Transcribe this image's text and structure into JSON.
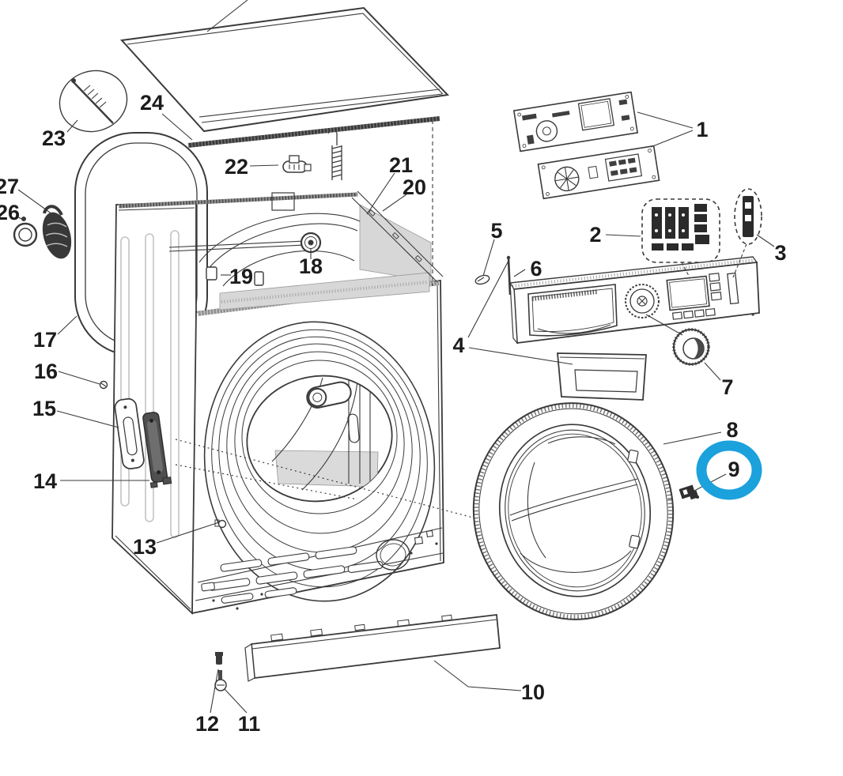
{
  "diagram": {
    "subject": "washing-machine-exploded-parts-diagram",
    "highlighted_callout": "9",
    "colors": {
      "highlight": "#1ba1dc",
      "line": "#3a3a3a",
      "shade": "#d8d8d8",
      "dark_fill": "#3f3f3f"
    },
    "labels": {
      "p1": "1",
      "p2": "2",
      "p3": "3",
      "p4": "4",
      "p5": "5",
      "p6": "6",
      "p7": "7",
      "p8": "8",
      "p9": "9",
      "p10": "10",
      "p11": "11",
      "p12": "12",
      "p13": "13",
      "p14": "14",
      "p15": "15",
      "p16": "16",
      "p17": "17",
      "p18": "18",
      "p19": "19",
      "p20": "20",
      "p21": "21",
      "p22": "22",
      "p23": "23",
      "p24": "24",
      "p26": "26",
      "p27": "27"
    }
  }
}
